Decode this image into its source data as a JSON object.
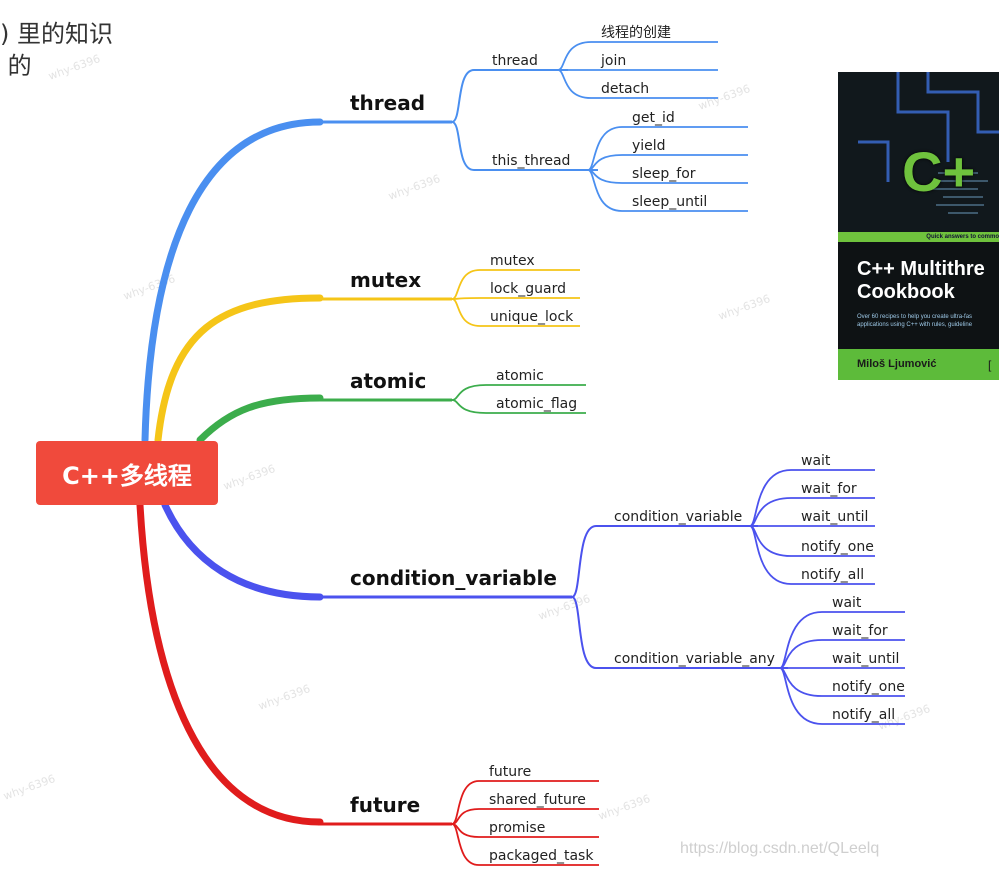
{
  "caption": {
    "line1": ") 里的知识",
    "line2": "的"
  },
  "root": {
    "label": "C++多线程",
    "color": "#f04a3c"
  },
  "branches": [
    {
      "label": "thread",
      "color": "#4a8ff0",
      "groups": [
        {
          "label": "thread",
          "items": [
            "线程的创建",
            "join",
            "detach"
          ]
        },
        {
          "label": "this_thread",
          "items": [
            "get_id",
            "yield",
            "sleep_for",
            "sleep_until"
          ]
        }
      ]
    },
    {
      "label": "mutex",
      "color": "#f5c518",
      "items": [
        "mutex",
        "lock_guard",
        "unique_lock"
      ]
    },
    {
      "label": "atomic",
      "color": "#3cad4c",
      "items": [
        "atomic",
        "atomic_flag"
      ]
    },
    {
      "label": "condition_variable",
      "color": "#4b52ee",
      "groups": [
        {
          "label": "condition_variable",
          "items": [
            "wait",
            "wait_for",
            "wait_until",
            "notify_one",
            "notify_all"
          ]
        },
        {
          "label": "condition_variable_any",
          "items": [
            "wait",
            "wait_for",
            "wait_until",
            "notify_one",
            "notify_all"
          ]
        }
      ]
    },
    {
      "label": "future",
      "color": "#e01c1c",
      "items": [
        "future",
        "shared_future",
        "promise",
        "packaged_task"
      ]
    }
  ],
  "book_cover": {
    "title": "C++ Multithre\nCookbook",
    "strip_text": "Quick answers to commo",
    "blurb": "Over 60 recipes to help you create ultra-fas\napplications using C++ with rules, guideline",
    "author": "Miloš Ljumović",
    "big_letters": "C+",
    "bracket": "[",
    "green": "#6fc23d"
  },
  "watermark": {
    "url": "https://blog.csdn.net/QLeelq",
    "tag": "why-6396"
  }
}
